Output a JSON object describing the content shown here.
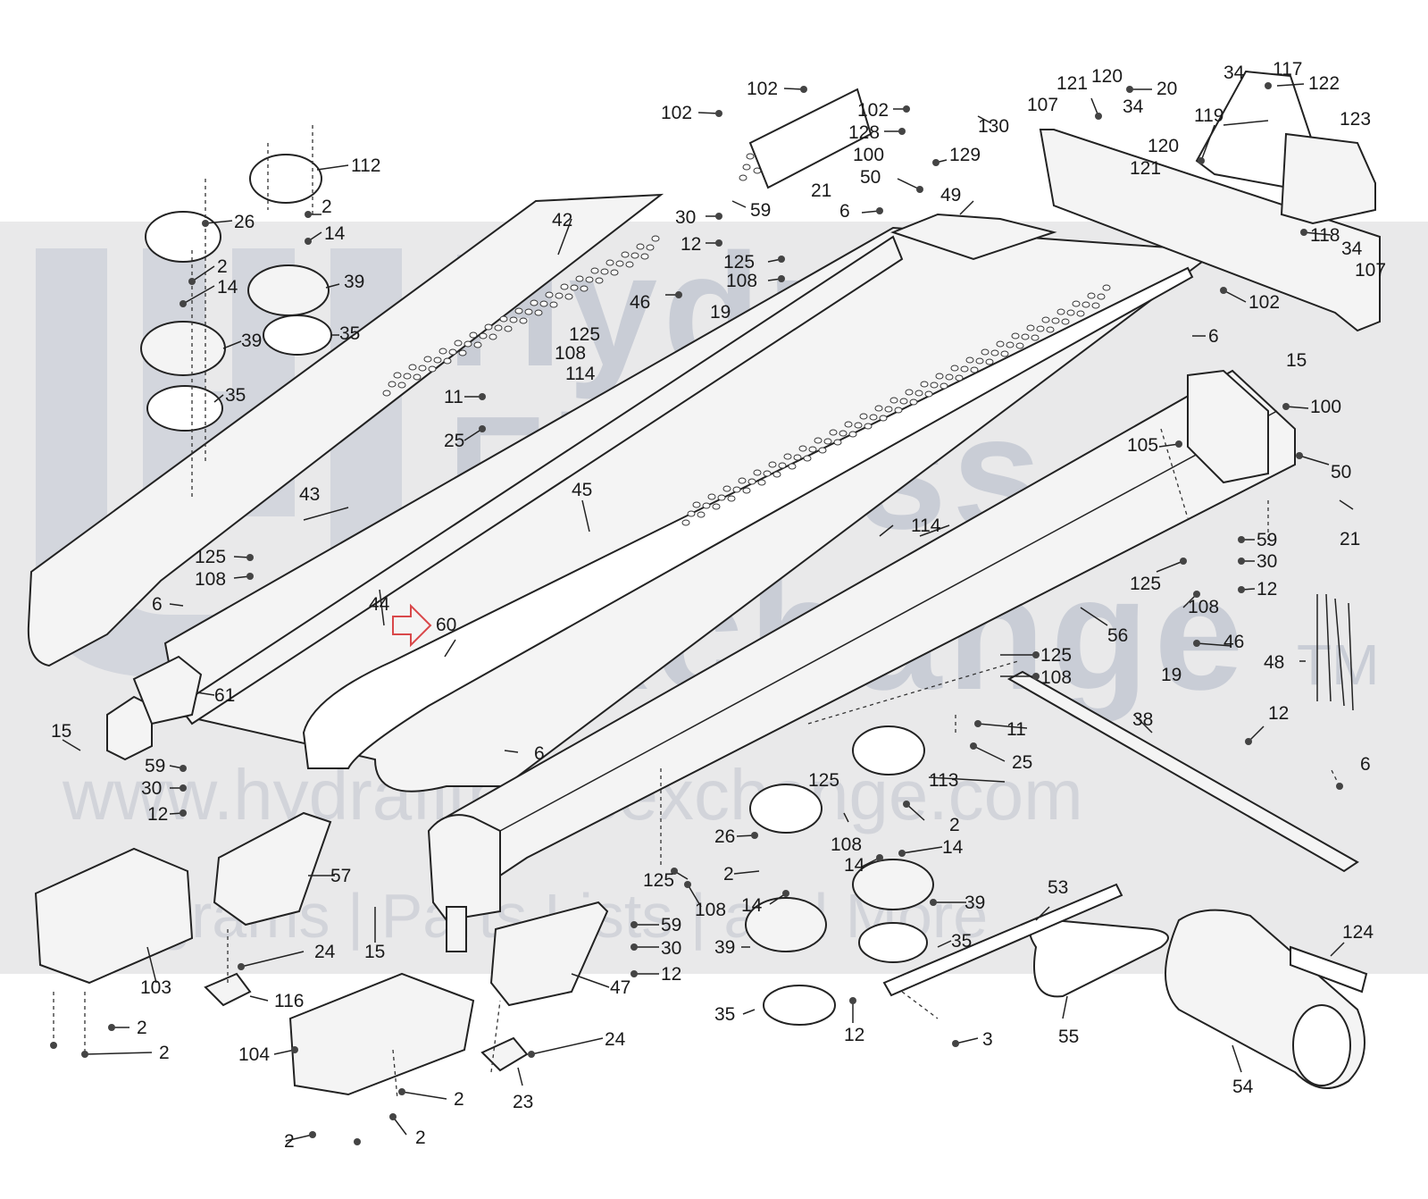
{
  "watermark": {
    "line1": "Hydra",
    "line2": "Fitness",
    "line3": "Exchange",
    "tm": "TM",
    "url": "www.hydrafitnessexchange.com",
    "tagline": "Diagrams | Parts Lists | and More"
  },
  "colors": {
    "background": "#ffffff",
    "watermark_band": "#e9e9ea",
    "watermark_text": "#c9cdd6",
    "line": "#222222",
    "highlight_arrow": "#d9484a"
  },
  "callouts": [
    {
      "id": "c102a",
      "text": "102"
    },
    {
      "id": "c102b",
      "text": "102"
    },
    {
      "id": "c102c",
      "text": "102"
    },
    {
      "id": "c128",
      "text": "128"
    },
    {
      "id": "c130",
      "text": "130"
    },
    {
      "id": "c100a",
      "text": "100"
    },
    {
      "id": "c129",
      "text": "129"
    },
    {
      "id": "c50a",
      "text": "50"
    },
    {
      "id": "c21a",
      "text": "21"
    },
    {
      "id": "c6a",
      "text": "6"
    },
    {
      "id": "c49",
      "text": "49"
    },
    {
      "id": "c121a",
      "text": "121"
    },
    {
      "id": "c120a",
      "text": "120"
    },
    {
      "id": "c107a",
      "text": "107"
    },
    {
      "id": "c34a",
      "text": "34"
    },
    {
      "id": "c20",
      "text": "20"
    },
    {
      "id": "c120b",
      "text": "120"
    },
    {
      "id": "c121b",
      "text": "121"
    },
    {
      "id": "c34b",
      "text": "34"
    },
    {
      "id": "c117",
      "text": "117"
    },
    {
      "id": "c122",
      "text": "122"
    },
    {
      "id": "c119",
      "text": "119"
    },
    {
      "id": "c123",
      "text": "123"
    },
    {
      "id": "c118",
      "text": "118"
    },
    {
      "id": "c34c",
      "text": "34"
    },
    {
      "id": "c107b",
      "text": "107"
    },
    {
      "id": "c102d",
      "text": "102"
    },
    {
      "id": "c6b",
      "text": "6"
    },
    {
      "id": "c15a",
      "text": "15"
    },
    {
      "id": "c100b",
      "text": "100"
    },
    {
      "id": "c105",
      "text": "105"
    },
    {
      "id": "c50b",
      "text": "50"
    },
    {
      "id": "c21b",
      "text": "21"
    },
    {
      "id": "c59a",
      "text": "59"
    },
    {
      "id": "c30a",
      "text": "30"
    },
    {
      "id": "c12a",
      "text": "12"
    },
    {
      "id": "c125a",
      "text": "125"
    },
    {
      "id": "c108a",
      "text": "108"
    },
    {
      "id": "c46a",
      "text": "46"
    },
    {
      "id": "c19a",
      "text": "19"
    },
    {
      "id": "c48",
      "text": "48"
    },
    {
      "id": "c125b",
      "text": "125"
    },
    {
      "id": "c108b",
      "text": "108"
    },
    {
      "id": "c12b",
      "text": "12"
    },
    {
      "id": "c6c",
      "text": "6"
    },
    {
      "id": "c38",
      "text": "38"
    },
    {
      "id": "c11a",
      "text": "11"
    },
    {
      "id": "c25a",
      "text": "25"
    },
    {
      "id": "c125c",
      "text": "125"
    },
    {
      "id": "c113",
      "text": "113"
    },
    {
      "id": "c2a",
      "text": "2"
    },
    {
      "id": "c56",
      "text": "56"
    },
    {
      "id": "c114a",
      "text": "114"
    },
    {
      "id": "c42",
      "text": "42"
    },
    {
      "id": "c59b",
      "text": "59"
    },
    {
      "id": "c30b",
      "text": "30"
    },
    {
      "id": "c12c",
      "text": "12"
    },
    {
      "id": "c125d",
      "text": "125"
    },
    {
      "id": "c108c",
      "text": "108"
    },
    {
      "id": "c46b",
      "text": "46"
    },
    {
      "id": "c19b",
      "text": "19"
    },
    {
      "id": "c125e",
      "text": "125"
    },
    {
      "id": "c108d",
      "text": "108"
    },
    {
      "id": "c114b",
      "text": "114"
    },
    {
      "id": "c11b",
      "text": "11"
    },
    {
      "id": "c25b",
      "text": "25"
    },
    {
      "id": "c45",
      "text": "45"
    },
    {
      "id": "c43",
      "text": "43"
    },
    {
      "id": "c125f",
      "text": "125"
    },
    {
      "id": "c108e",
      "text": "108"
    },
    {
      "id": "c6d",
      "text": "6"
    },
    {
      "id": "c44",
      "text": "44"
    },
    {
      "id": "c60",
      "text": "60"
    },
    {
      "id": "c61",
      "text": "61"
    },
    {
      "id": "c15b",
      "text": "15"
    },
    {
      "id": "c59c",
      "text": "59"
    },
    {
      "id": "c30c",
      "text": "30"
    },
    {
      "id": "c12d",
      "text": "12"
    },
    {
      "id": "c112",
      "text": "112"
    },
    {
      "id": "c26a",
      "text": "26"
    },
    {
      "id": "c2b",
      "text": "2"
    },
    {
      "id": "c14a",
      "text": "14"
    },
    {
      "id": "c2c",
      "text": "2"
    },
    {
      "id": "c14b",
      "text": "14"
    },
    {
      "id": "c39a",
      "text": "39"
    },
    {
      "id": "c39b",
      "text": "39"
    },
    {
      "id": "c35a",
      "text": "35"
    },
    {
      "id": "c35b",
      "text": "35"
    },
    {
      "id": "c6e",
      "text": "6"
    },
    {
      "id": "c26b",
      "text": "26"
    },
    {
      "id": "c108f",
      "text": "108"
    },
    {
      "id": "c2d",
      "text": "2"
    },
    {
      "id": "c14c",
      "text": "14"
    },
    {
      "id": "c14d",
      "text": "14"
    },
    {
      "id": "c14e",
      "text": "14"
    },
    {
      "id": "c39c",
      "text": "39"
    },
    {
      "id": "c39d",
      "text": "39"
    },
    {
      "id": "c35c",
      "text": "35"
    },
    {
      "id": "c35d",
      "text": "35"
    },
    {
      "id": "c12e",
      "text": "12"
    },
    {
      "id": "c3",
      "text": "3"
    },
    {
      "id": "c53",
      "text": "53"
    },
    {
      "id": "c55",
      "text": "55"
    },
    {
      "id": "c54",
      "text": "54"
    },
    {
      "id": "c124",
      "text": "124"
    },
    {
      "id": "c57",
      "text": "57"
    },
    {
      "id": "c24a",
      "text": "24"
    },
    {
      "id": "c15c",
      "text": "15"
    },
    {
      "id": "c125g",
      "text": "125"
    },
    {
      "id": "c108g",
      "text": "108"
    },
    {
      "id": "c59d",
      "text": "59"
    },
    {
      "id": "c30d",
      "text": "30"
    },
    {
      "id": "c12f",
      "text": "12"
    },
    {
      "id": "c47",
      "text": "47"
    },
    {
      "id": "c24b",
      "text": "24"
    },
    {
      "id": "c23",
      "text": "23"
    },
    {
      "id": "c103",
      "text": "103"
    },
    {
      "id": "c116",
      "text": "116"
    },
    {
      "id": "c2e",
      "text": "2"
    },
    {
      "id": "c2f",
      "text": "2"
    },
    {
      "id": "c104",
      "text": "104"
    },
    {
      "id": "c2g",
      "text": "2"
    },
    {
      "id": "c2h",
      "text": "2"
    },
    {
      "id": "c2i",
      "text": "2"
    }
  ]
}
